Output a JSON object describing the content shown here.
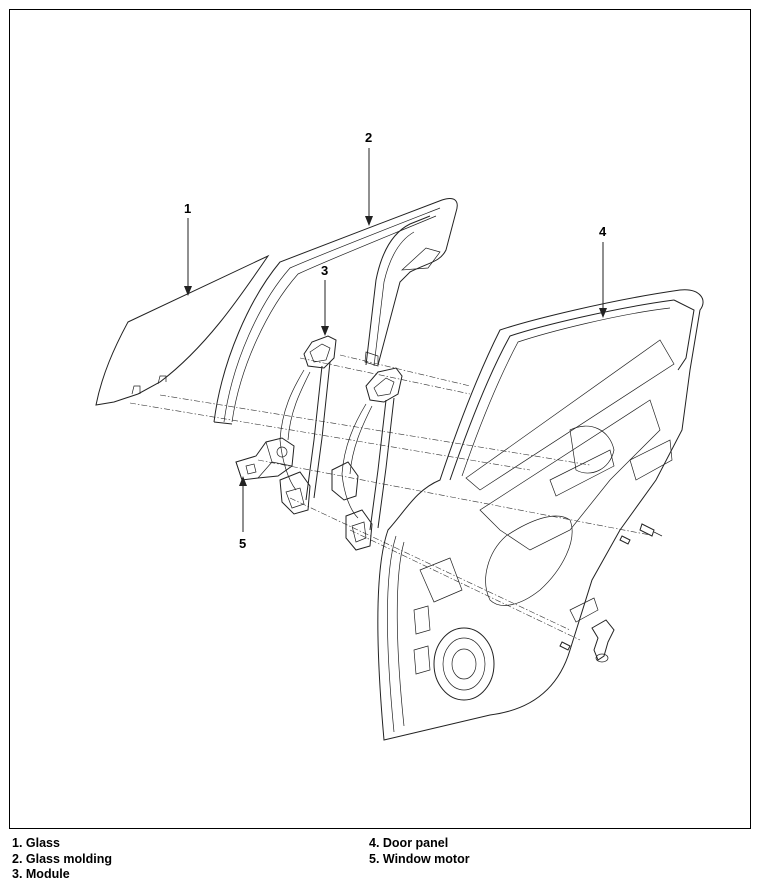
{
  "callouts": [
    "1",
    "2",
    "3",
    "4",
    "5"
  ],
  "legend": {
    "left": [
      "1. Glass",
      "2. Glass molding",
      "3. Module"
    ],
    "right": [
      "4. Door panel",
      "5. Window motor"
    ]
  }
}
